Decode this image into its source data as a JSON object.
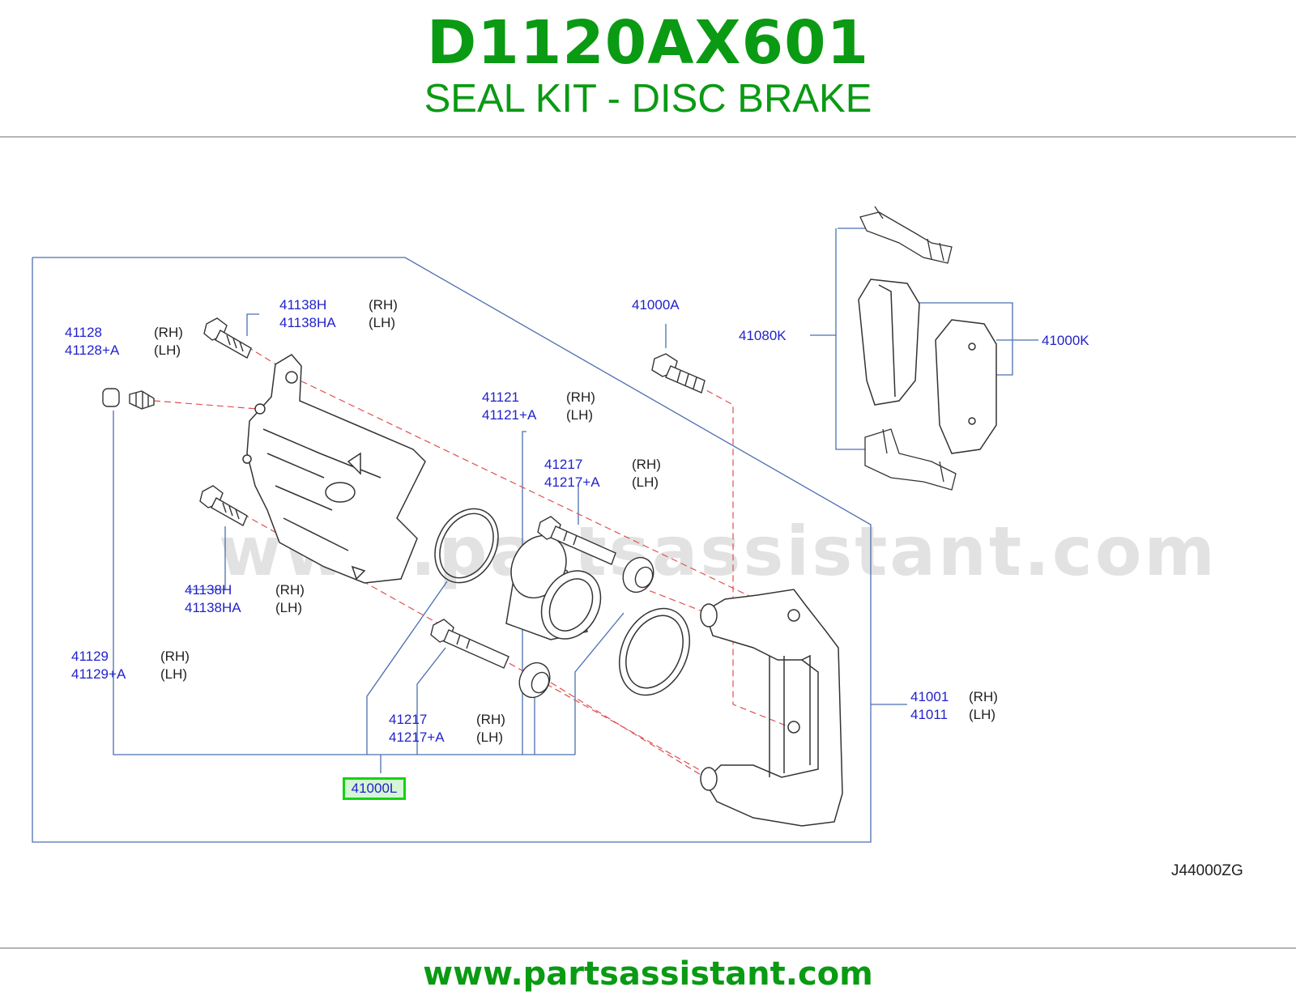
{
  "header": {
    "part_number": "D1120AX601",
    "part_title": "SEAL KIT - DISC BRAKE"
  },
  "diagram": {
    "callouts": {
      "c41138h_top": {
        "num1": "41138H",
        "side1": "(RH)",
        "num2": "41138HA",
        "side2": "(LH)"
      },
      "c41128": {
        "num1": "41128",
        "side1": "(RH)",
        "num2": "41128+A",
        "side2": "(LH)"
      },
      "c41000a": {
        "num1": "41000A"
      },
      "c41080k": {
        "num1": "41080K"
      },
      "c41000k": {
        "num1": "41000K"
      },
      "c41121": {
        "num1": "41121",
        "side1": "(RH)",
        "num2": "41121+A",
        "side2": "(LH)"
      },
      "c41217_top": {
        "num1": "41217",
        "side1": "(RH)",
        "num2": "41217+A",
        "side2": "(LH)"
      },
      "c41138h_bottom": {
        "num1": "41138H",
        "side1": "(RH)",
        "num2": "41138HA",
        "side2": "(LH)"
      },
      "c41129": {
        "num1": "41129",
        "side1": "(RH)",
        "num2": "41129+A",
        "side2": "(LH)"
      },
      "c41217_bottom": {
        "num1": "41217",
        "side1": "(RH)",
        "num2": "41217+A",
        "side2": "(LH)"
      },
      "c41001": {
        "num1": "41001",
        "side1": "(RH)",
        "num2": "41011",
        "side2": "(LH)"
      }
    },
    "highlighted_part": "41000L",
    "diagram_code": "J44000ZG",
    "watermark": "www.partsassistant.com"
  },
  "footer": {
    "website": "www.partsassistant.com"
  },
  "colors": {
    "brand_green": "#0a9a13",
    "callout_blue": "#2222cc",
    "leader_blue": "#4a6fb0",
    "dash_red": "#e05050",
    "highlight_green": "#13d313"
  }
}
